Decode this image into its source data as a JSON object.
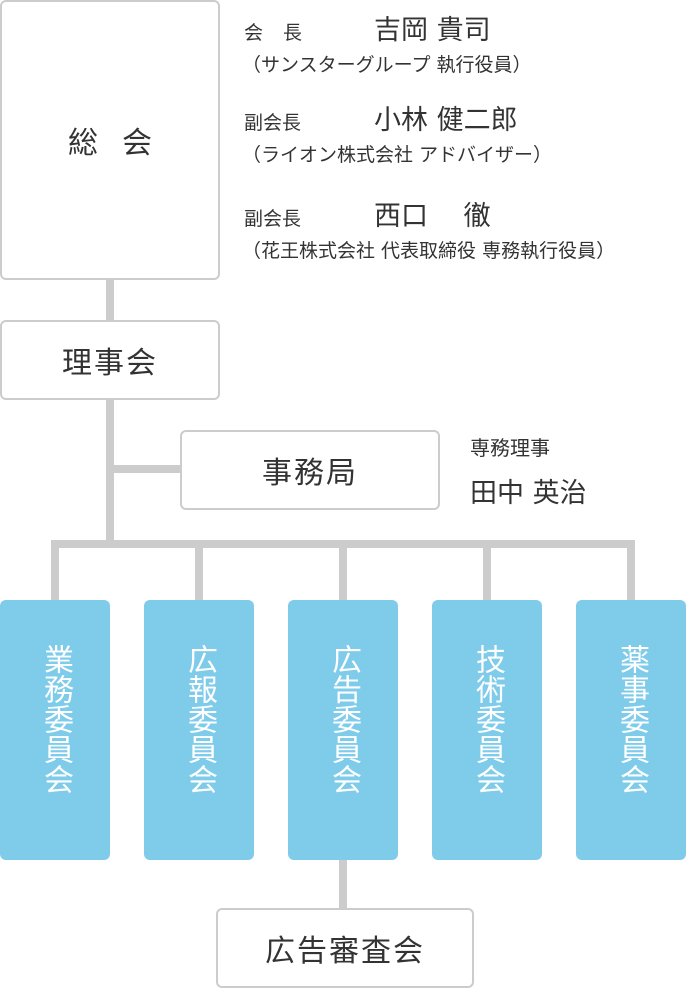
{
  "general_assembly": {
    "label": "総会"
  },
  "officers": [
    {
      "role": "会長",
      "name": "吉岡 貴司",
      "affiliation": "（サンスターグループ 執行役員）"
    },
    {
      "role": "副会長",
      "name": "小林 健二郎",
      "affiliation": "（ライオン株式会社 アドバイザー）"
    },
    {
      "role": "副会長",
      "name": "西口　 徹",
      "affiliation": "（花王株式会社 代表取締役 専務執行役員）"
    }
  ],
  "board": {
    "label": "理事会"
  },
  "secretariat": {
    "label": "事務局"
  },
  "director": {
    "title": "専務理事",
    "name": "田中 英治"
  },
  "committees": [
    {
      "label": "業務委員会"
    },
    {
      "label": "広報委員会"
    },
    {
      "label": "広告委員会"
    },
    {
      "label": "技術委員会"
    },
    {
      "label": "薬事委員会"
    }
  ],
  "ad_review": {
    "label": "広告審査会"
  },
  "colors": {
    "line": "#cccccc",
    "committee_fill": "#7ecbea",
    "text": "#333333"
  }
}
